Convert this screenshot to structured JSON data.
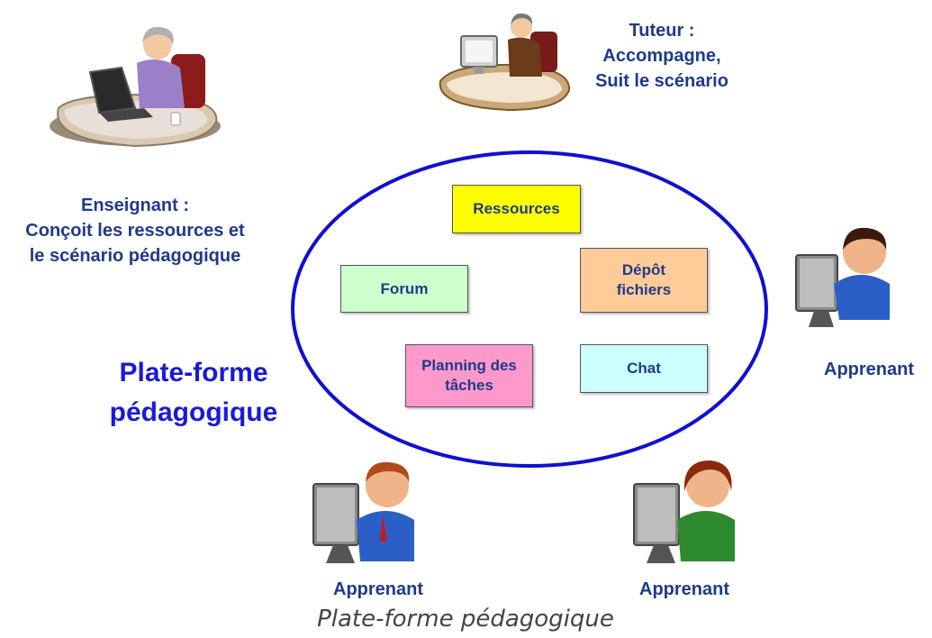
{
  "teacher": {
    "title": "Enseignant :",
    "line1": "Conçoit les ressources et",
    "line2": "le scénario pédagogique"
  },
  "tutor": {
    "title": "Tuteur :",
    "line1": "Accompagne,",
    "line2": "Suit le scénario"
  },
  "platform": {
    "line1": "Plate-forme",
    "line2": "pédagogique"
  },
  "modules": {
    "ressources": {
      "label": "Ressources",
      "color": "#ffff00"
    },
    "forum": {
      "label": "Forum",
      "color": "#ccffcc"
    },
    "depot_line1": "Dépôt",
    "depot_line2": "fichiers",
    "depot_color": "#ffcc99",
    "planning_line1": "Planning des",
    "planning_line2": "tâches",
    "planning_color": "#ff99cc",
    "chat": {
      "label": "Chat",
      "color": "#ccffff"
    }
  },
  "learners": {
    "right": "Apprenant",
    "bottom_left": "Apprenant",
    "bottom_right": "Apprenant"
  },
  "caption": "Plate-forme pédagogique",
  "colors": {
    "ellipse": "#1010d0",
    "label_text": "#1f3a8a",
    "platform_text": "#1a1ad6"
  },
  "icons": {
    "teacher": "teacher-at-laptop-icon",
    "tutor": "tutor-at-desk-icon",
    "learner": "learner-at-computer-icon"
  }
}
